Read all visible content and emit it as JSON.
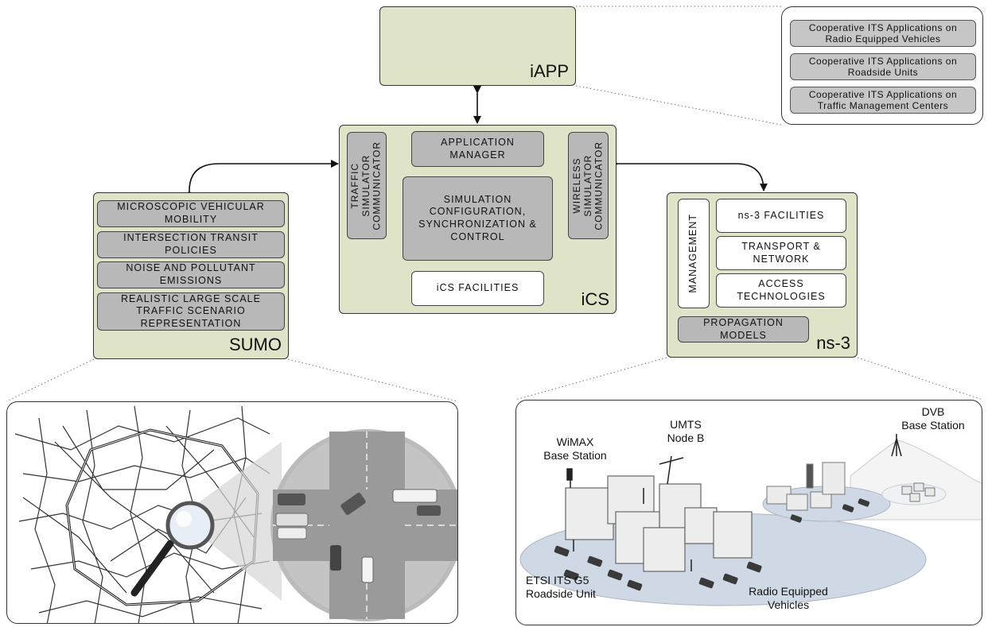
{
  "iapp": {
    "title": "iAPP",
    "applications": [
      "Cooperative ITS Applications on\nRadio Equipped Vehicles",
      "Cooperative ITS Applications on\nRoadside Units",
      "Cooperative ITS Applications on\nTraffic Management Centers"
    ]
  },
  "ics": {
    "title": "iCS",
    "traffic_communicator": "TRAFFIC\nSIMULATOR\nCOMMUNICATOR",
    "application_manager": "APPLICATION\nMANAGER",
    "simulation_config": "SIMULATION\nCONFIGURATION,\nSYNCHRONIZATION &\nCONTROL",
    "wireless_communicator": "WIRELESS\nSIMULATOR\nCOMMUNICATOR",
    "facilities": "iCS FACILITIES"
  },
  "sumo": {
    "title": "SUMO",
    "items": [
      "MICROSCOPIC VEHICULAR\nMOBILITY",
      "INTERSECTION TRANSIT\nPOLICIES",
      "NOISE AND POLLUTANT\nEMISSIONS",
      "REALISTIC LARGE SCALE\nTRAFFIC SCENARIO\nREPRESENTATION"
    ]
  },
  "ns3": {
    "title": "ns-3",
    "management": "MANAGEMENT",
    "facilities": "ns-3 FACILITIES",
    "transport": "TRANSPORT &\nNETWORK",
    "access": "ACCESS\nTECHNOLOGIES",
    "propagation": "PROPAGATION\nMODELS"
  },
  "wireless_scene": {
    "wimax": "WiMAX\nBase Station",
    "umts": "UMTS\nNode B",
    "dvb": "DVB\nBase Station",
    "etsi": "ETSI ITS G5\nRoadside Unit",
    "vehicles": "Radio Equipped\nVehicles"
  },
  "colors": {
    "module_fill": "#dfe3c8",
    "component_fill": "#b8b8b8",
    "ground_fill": "#cfd9e6"
  },
  "icons": [
    "map-road-network",
    "magnifier-icon",
    "intersection-zoom",
    "antenna-tower-icon",
    "building-icon",
    "car-icon"
  ]
}
